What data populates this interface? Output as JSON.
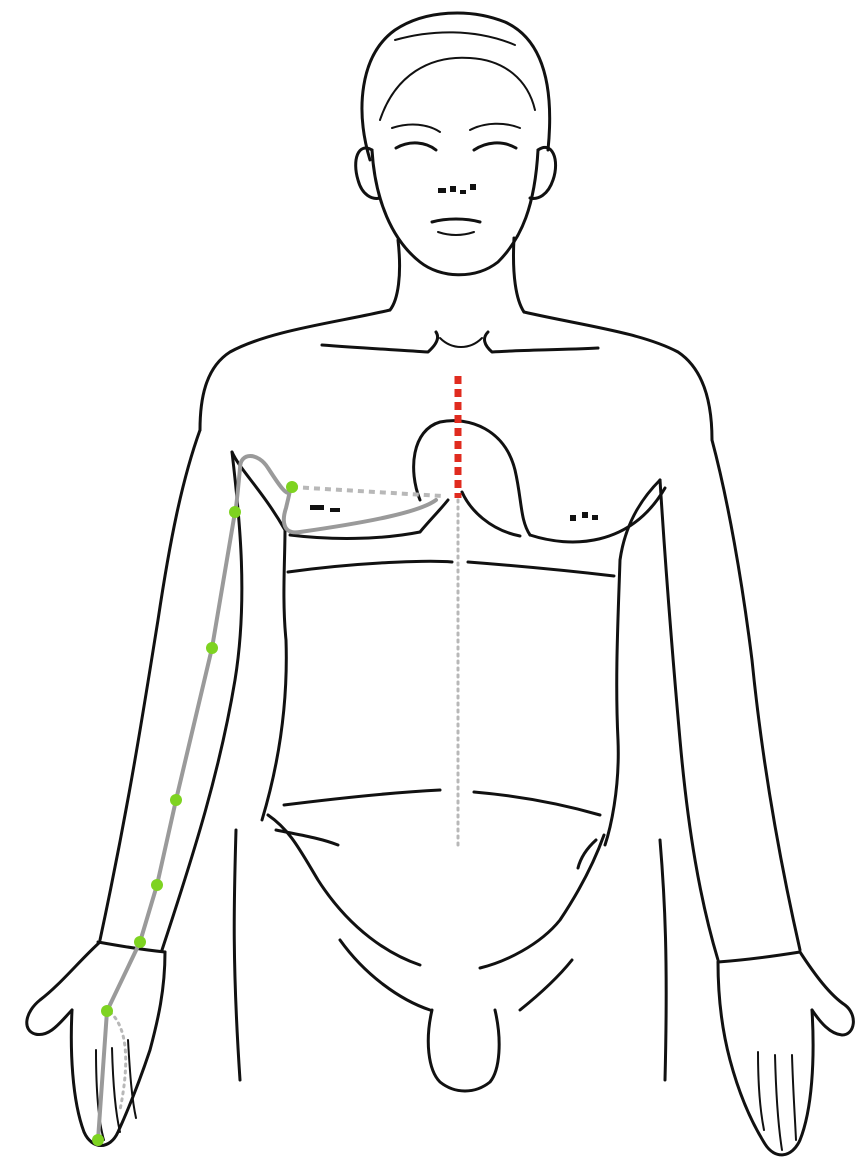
{
  "figure": {
    "background": "#ffffff",
    "line_color": "#111111"
  },
  "colors": {
    "meridian_line": "#9a9a9a",
    "meridian_dashed": "#b8b8b8",
    "acupoint": "#7ed321",
    "vessel_segment": "#e02b1f"
  },
  "acupoints": [
    {
      "name": "acupoint-chest-lateral"
    },
    {
      "name": "acupoint-upper-arm"
    },
    {
      "name": "acupoint-elbow"
    },
    {
      "name": "acupoint-forearm-upper"
    },
    {
      "name": "acupoint-forearm-lower"
    },
    {
      "name": "acupoint-wrist"
    },
    {
      "name": "acupoint-palm"
    },
    {
      "name": "acupoint-fingertip"
    }
  ]
}
